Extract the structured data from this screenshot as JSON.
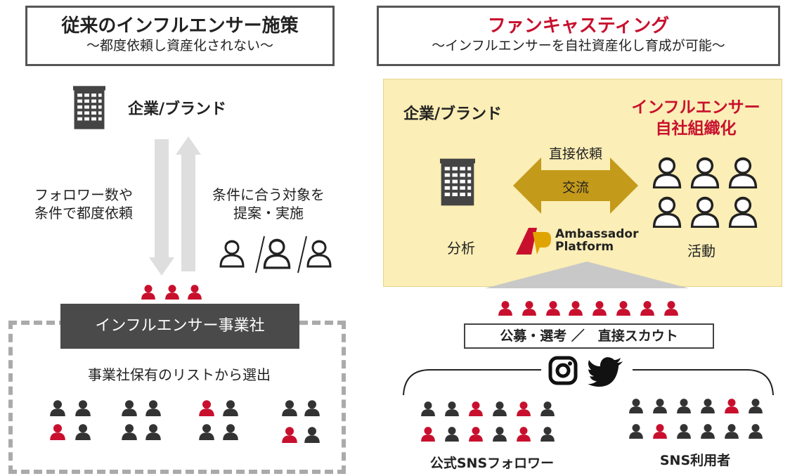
{
  "left": {
    "title": "従来のインフルエンサー施策",
    "subtitle": "～都度依頼し資産化されない～",
    "company_label": "企業/ブランド",
    "down_text": [
      "フォロワー数や",
      "条件で都度依頼"
    ],
    "up_text": [
      "条件に合う対象を",
      "提案・実施"
    ],
    "agency_label": "インフルエンサー事業社",
    "list_caption": "事業社保有のリストから選出"
  },
  "right": {
    "title": "ファンキャスティング",
    "subtitle": "～インフルエンサーを自社資産化し育成が可能～",
    "company_label": "企業/ブランド",
    "org_title": [
      "インフルエンサー",
      "自社組織化"
    ],
    "arrow_top": "直接依頼",
    "arrow_mid": "交流",
    "analysis": "分析",
    "activity": "活動",
    "platform": [
      "Ambassador",
      "Platform"
    ],
    "recruit": "公募・選考 ／　直接スカウト",
    "followers_label": "公式SNSフォロワー",
    "users_label": "SNS利用者"
  },
  "colors": {
    "accent_red": "#c8102e",
    "panel_yellow": "#fbeeb6",
    "arrow_gold": "#c49a1a",
    "dark": "#4a4a4a"
  },
  "icons": [
    "building-icon",
    "person-icon",
    "instagram-icon",
    "twitter-icon",
    "ambassador-logo"
  ]
}
